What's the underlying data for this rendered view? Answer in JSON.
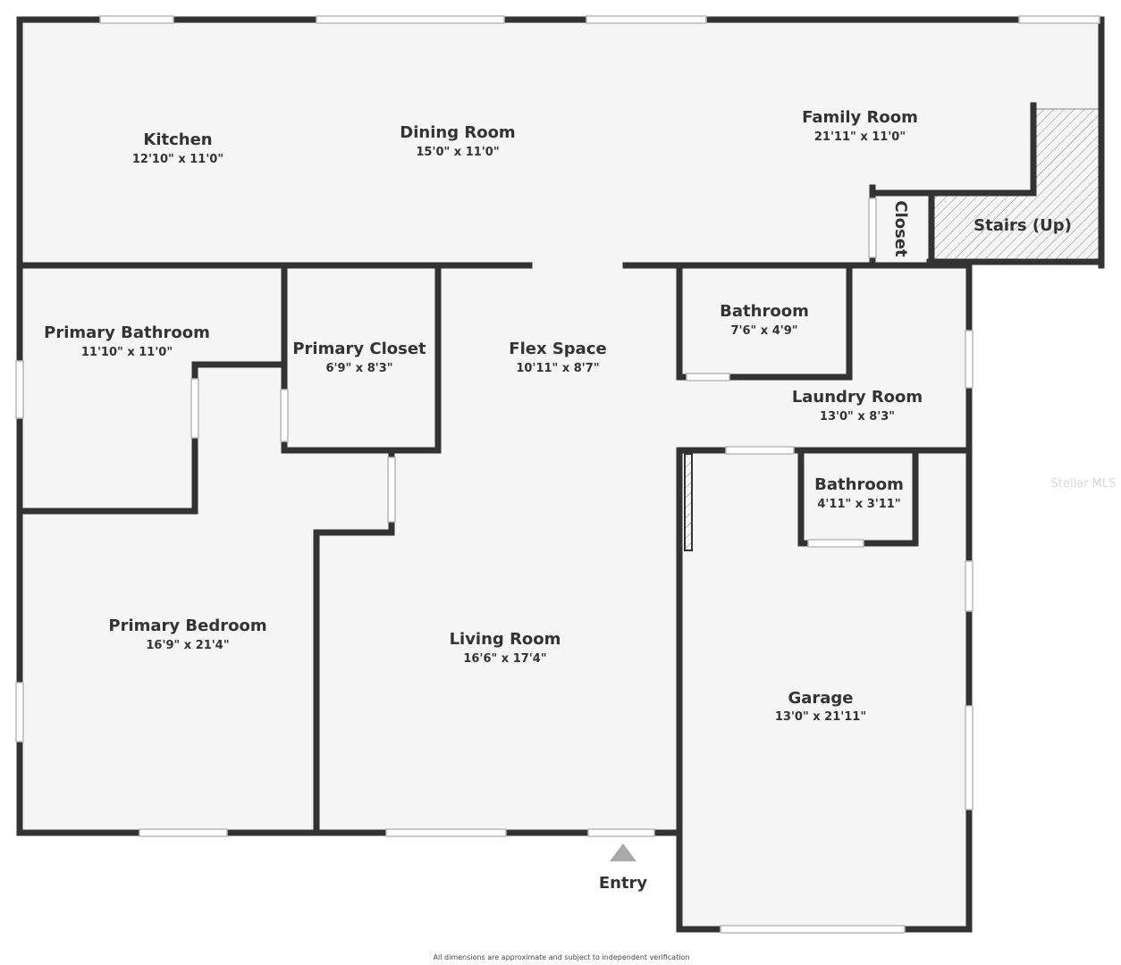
{
  "colors": {
    "floor": "#f5f5f5",
    "wall": "#333333",
    "window": "#b9b9b9",
    "stairs_hatch": "#888888",
    "entry_arrow": "#a9a9a9"
  },
  "rooms": [
    {
      "name": "Kitchen",
      "dims": "12'10\" x 11'0\""
    },
    {
      "name": "Dining Room",
      "dims": "15'0\" x 11'0\""
    },
    {
      "name": "Family Room",
      "dims": "21'11\" x 11'0\""
    },
    {
      "name": "Closet",
      "dims": ""
    },
    {
      "name": "Stairs (Up)",
      "dims": ""
    },
    {
      "name": "Primary Bathroom",
      "dims": "11'10\" x 11'0\""
    },
    {
      "name": "Primary Closet",
      "dims": "6'9\" x 8'3\""
    },
    {
      "name": "Flex Space",
      "dims": "10'11\" x 8'7\""
    },
    {
      "name": "Bathroom",
      "dims": "7'6\" x 4'9\""
    },
    {
      "name": "Laundry Room",
      "dims": "13'0\" x 8'3\""
    },
    {
      "name": "Bathroom",
      "dims": "4'11\" x 3'11\""
    },
    {
      "name": "Primary Bedroom",
      "dims": "16'9\" x 21'4\""
    },
    {
      "name": "Living Room",
      "dims": "16'6\" x 17'4\""
    },
    {
      "name": "Garage",
      "dims": "13'0\" x 21'11\""
    }
  ],
  "entry_label": "Entry",
  "footnote": "All dimensions are approximate and subject to independent verification",
  "watermark": "Stellar MLS"
}
